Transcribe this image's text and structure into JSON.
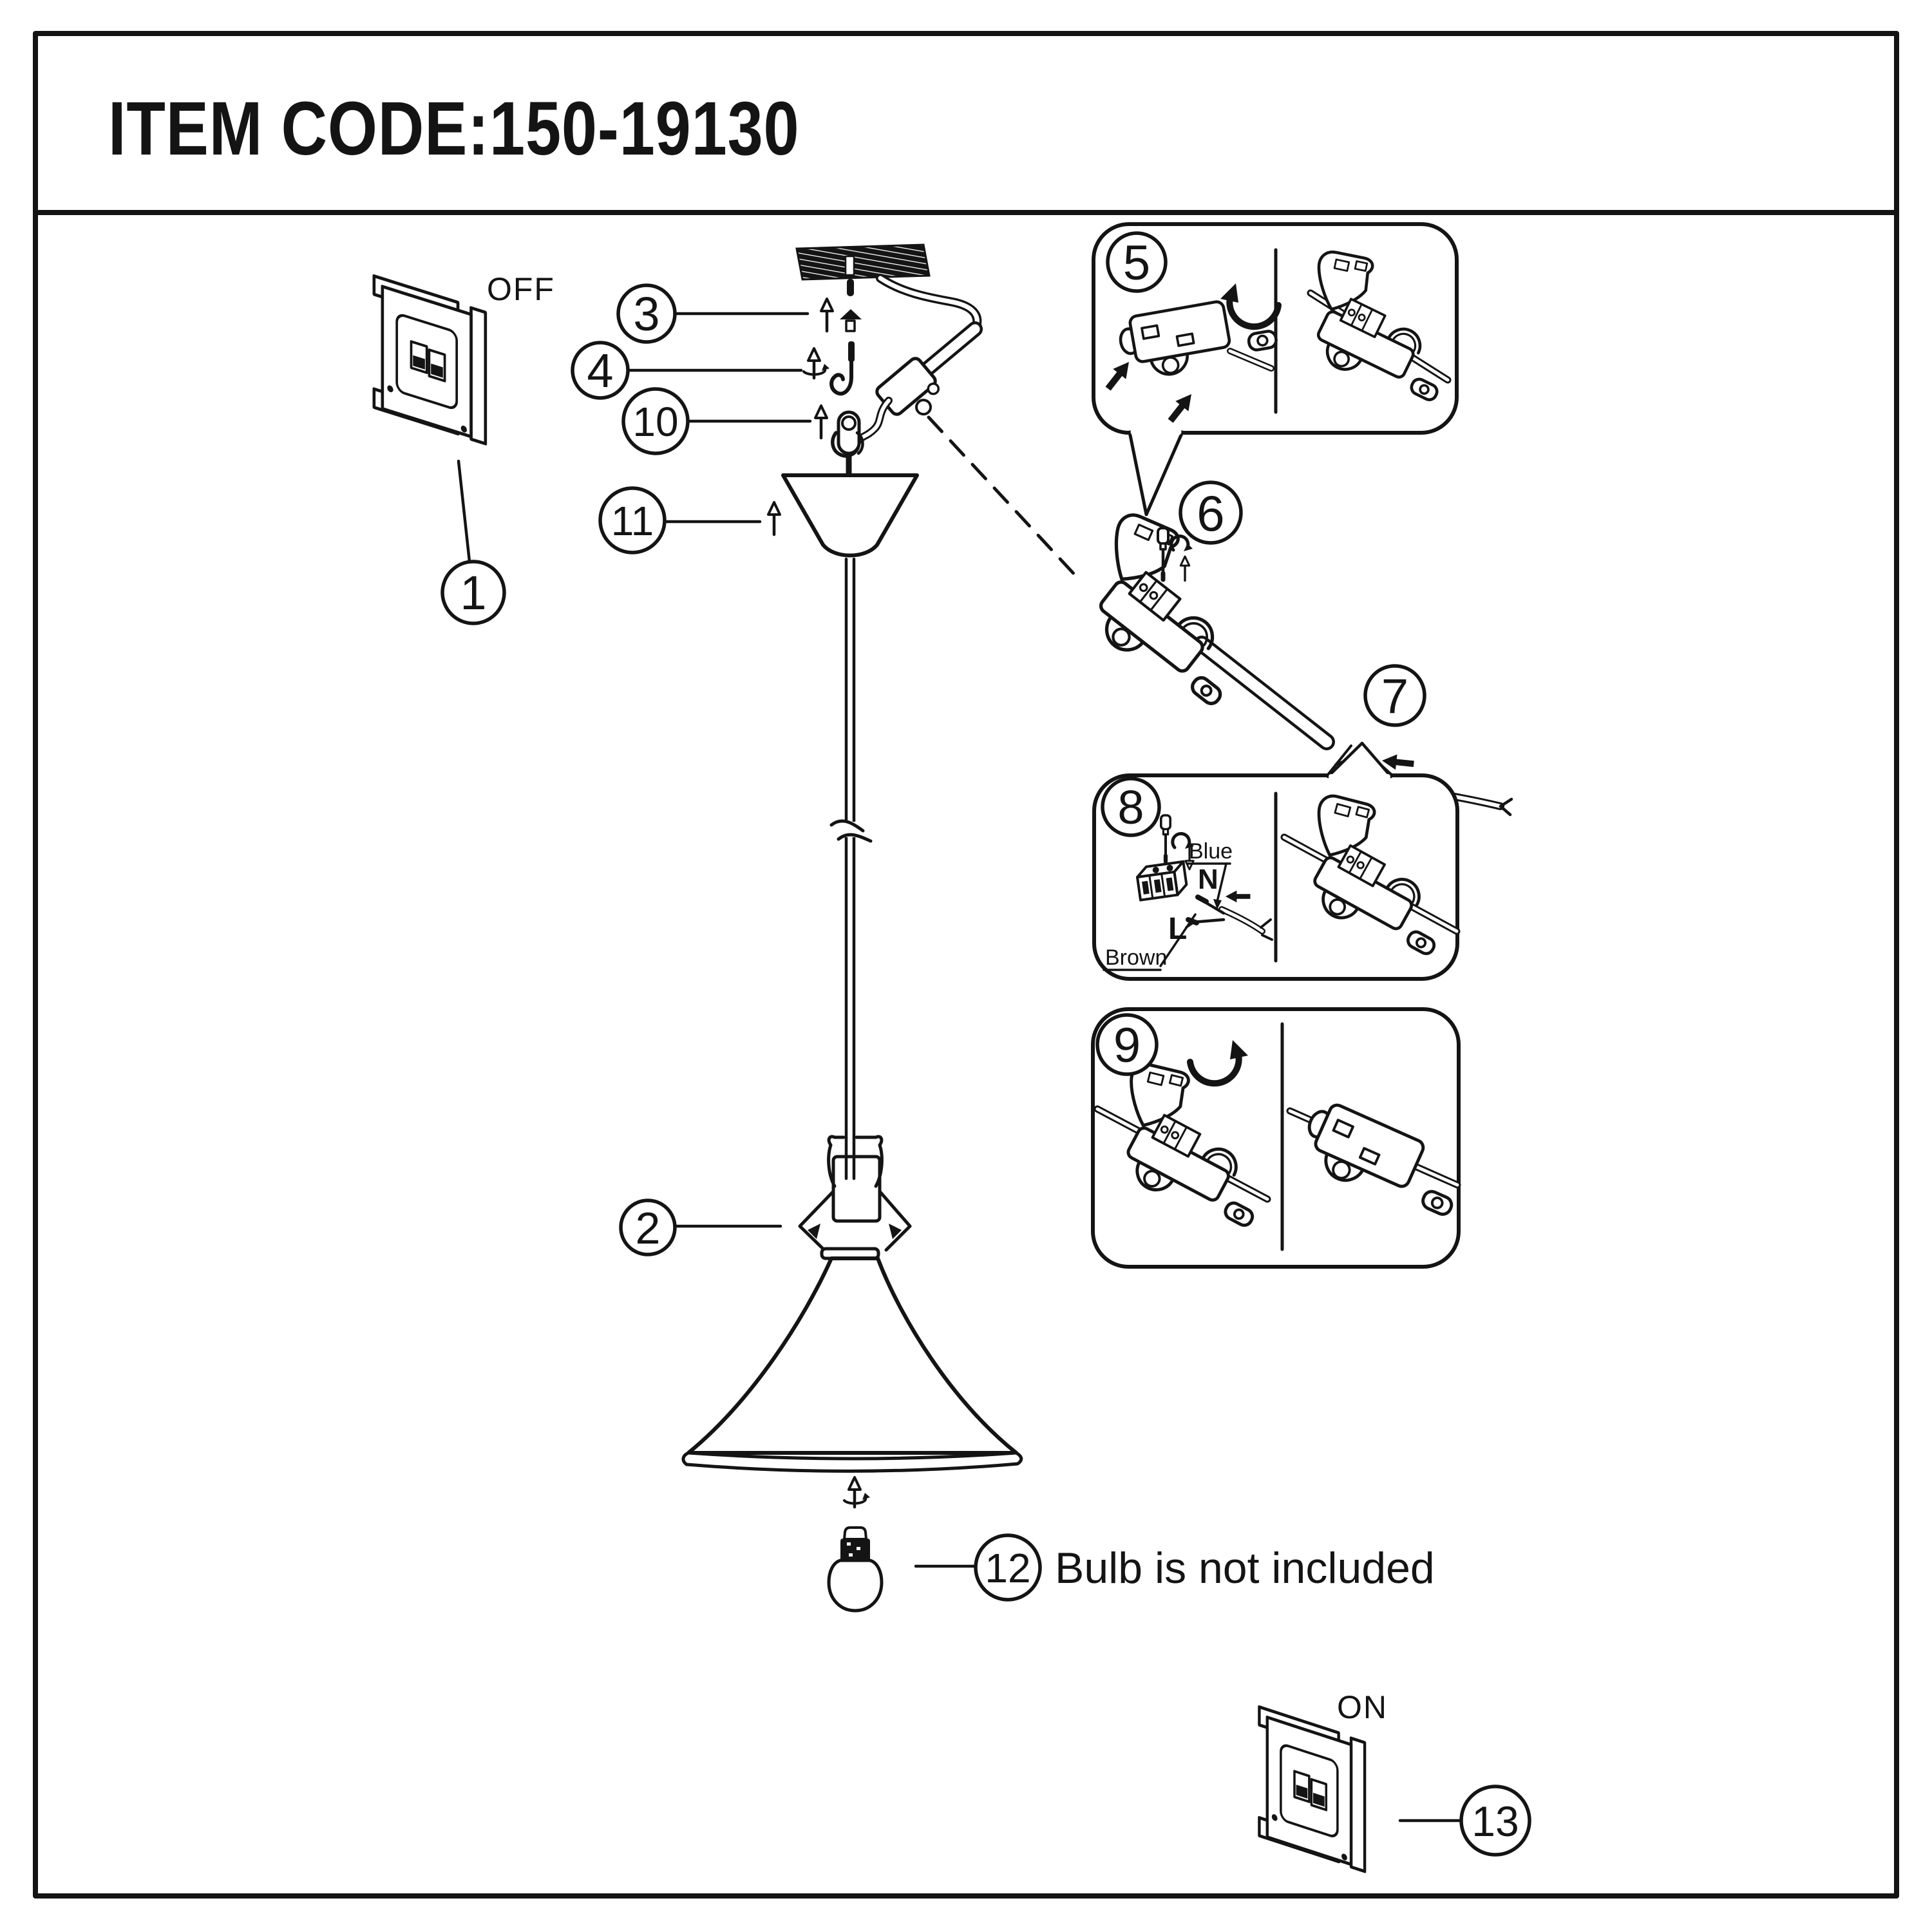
{
  "title": "ITEM CODE:150-19130",
  "switch_panel": {
    "off_label": "OFF",
    "on_label": "ON"
  },
  "wiring": {
    "blue_label": "Blue",
    "neutral_label": "N",
    "live_label": "L",
    "brown_label": "Brown"
  },
  "notes": {
    "bulb_note": "Bulb is not included"
  },
  "callouts": {
    "c1": "1",
    "c2": "2",
    "c3": "3",
    "c4": "4",
    "c5": "5",
    "c6": "6",
    "c7": "7",
    "c8": "8",
    "c9": "9",
    "c10": "10",
    "c11": "11",
    "c12": "12",
    "c13": "13"
  },
  "colors": {
    "ink": "#141414",
    "paper": "#ffffff"
  }
}
